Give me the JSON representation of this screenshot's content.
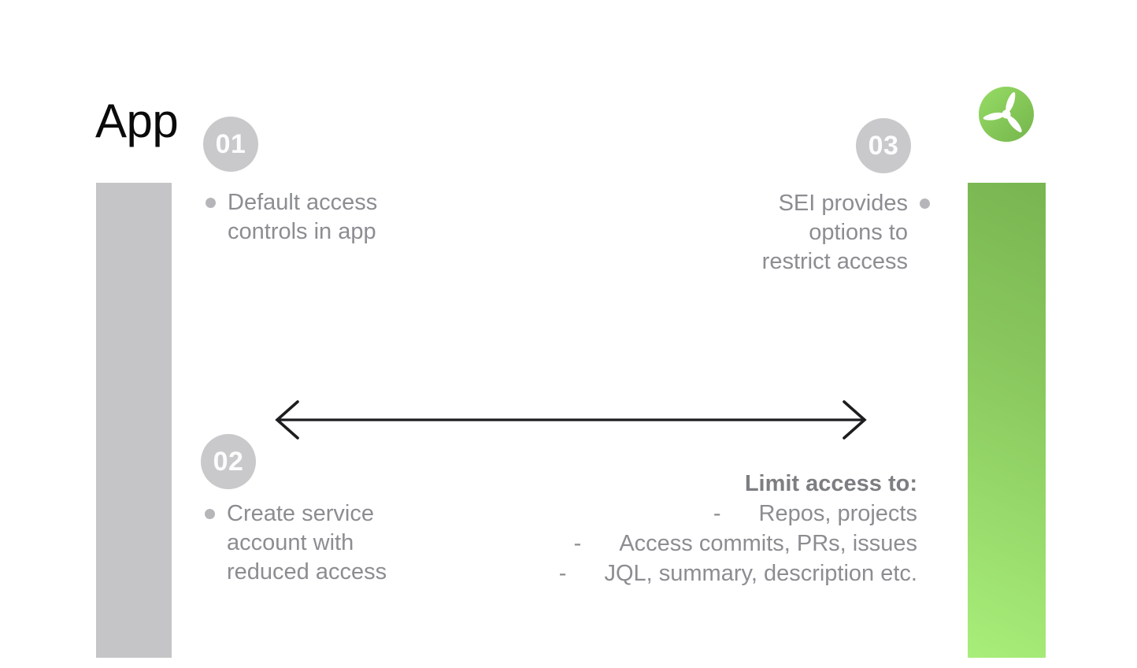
{
  "title": "App",
  "logo": {
    "icon": "turbine-icon"
  },
  "steps": [
    {
      "number": "01",
      "text": "Default access\ncontrols in app"
    },
    {
      "number": "02",
      "text": "Create service\naccount with\nreduced access"
    },
    {
      "number": "03",
      "text": "SEI provides\noptions to\nrestrict access"
    }
  ],
  "limit_list": {
    "heading": "Limit access to:",
    "dash": "-",
    "items": [
      "Repos, projects",
      "Access commits, PRs, issues",
      "JQL, summary, description etc."
    ]
  },
  "colors": {
    "title_text": "#0B0B0C",
    "left_bar_gray": "#C5C5C7",
    "right_bar_green_top": "#79B551",
    "right_bar_green_bottom": "#A8EE7A",
    "logo_green_top": "#97DC66",
    "logo_green_bottom": "#74B54B",
    "badge_gray": "#C9C9CB",
    "badge_number_white": "#FFFFFF",
    "bullet_gray": "#B6B6BA",
    "body_text_gray": "#8C8D91",
    "heading_text_gray": "#7D7E82",
    "arrow_black": "#1D1D1F"
  }
}
